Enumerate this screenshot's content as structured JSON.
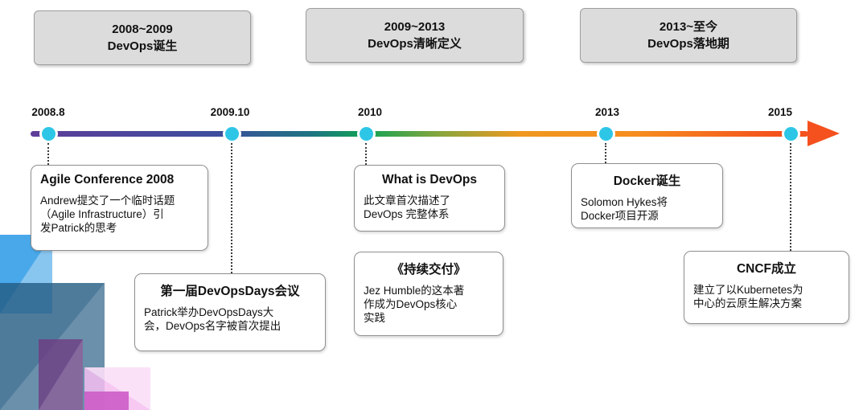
{
  "phases": [
    {
      "period": "2008~2009",
      "title": "DevOps诞生"
    },
    {
      "period": "2009~2013",
      "title": "DevOps清晰定义"
    },
    {
      "period": "2013~至今",
      "title": "DevOps落地期"
    }
  ],
  "timeline": {
    "points": [
      {
        "label": "2008.8"
      },
      {
        "label": "2009.10"
      },
      {
        "label": "2010"
      },
      {
        "label": "2013"
      },
      {
        "label": "2015"
      }
    ],
    "dot_color": "#2EC6E6",
    "arrow_color": "#F4511E",
    "gradient_colors": [
      "#5E3D99",
      "#3C4E9C",
      "#1E7482",
      "#10A356",
      "#8CA63C",
      "#F0981F",
      "#F4521C"
    ]
  },
  "events": [
    {
      "title": "Agile Conference 2008",
      "body": "Andrew提交了一个临时话题\n（Agile Infrastructure）引\n发Patrick的思考"
    },
    {
      "title": "第一届DevOpsDays会议",
      "body": "Patrick举办DevOpsDays大\n会，DevOps名字被首次提出"
    },
    {
      "title": "What is DevOps",
      "body": "此文章首次描述了\nDevOps 完整体系"
    },
    {
      "title": "《持续交付》",
      "body": "Jez Humble的这本著\n作成为DevOps核心\n实践"
    },
    {
      "title": "Docker诞生",
      "body": "Solomon Hykes将\nDocker项目开源"
    },
    {
      "title": "CNCF成立",
      "body": "建立了以Kubernetes为\n中心的云原生解决方案"
    }
  ]
}
